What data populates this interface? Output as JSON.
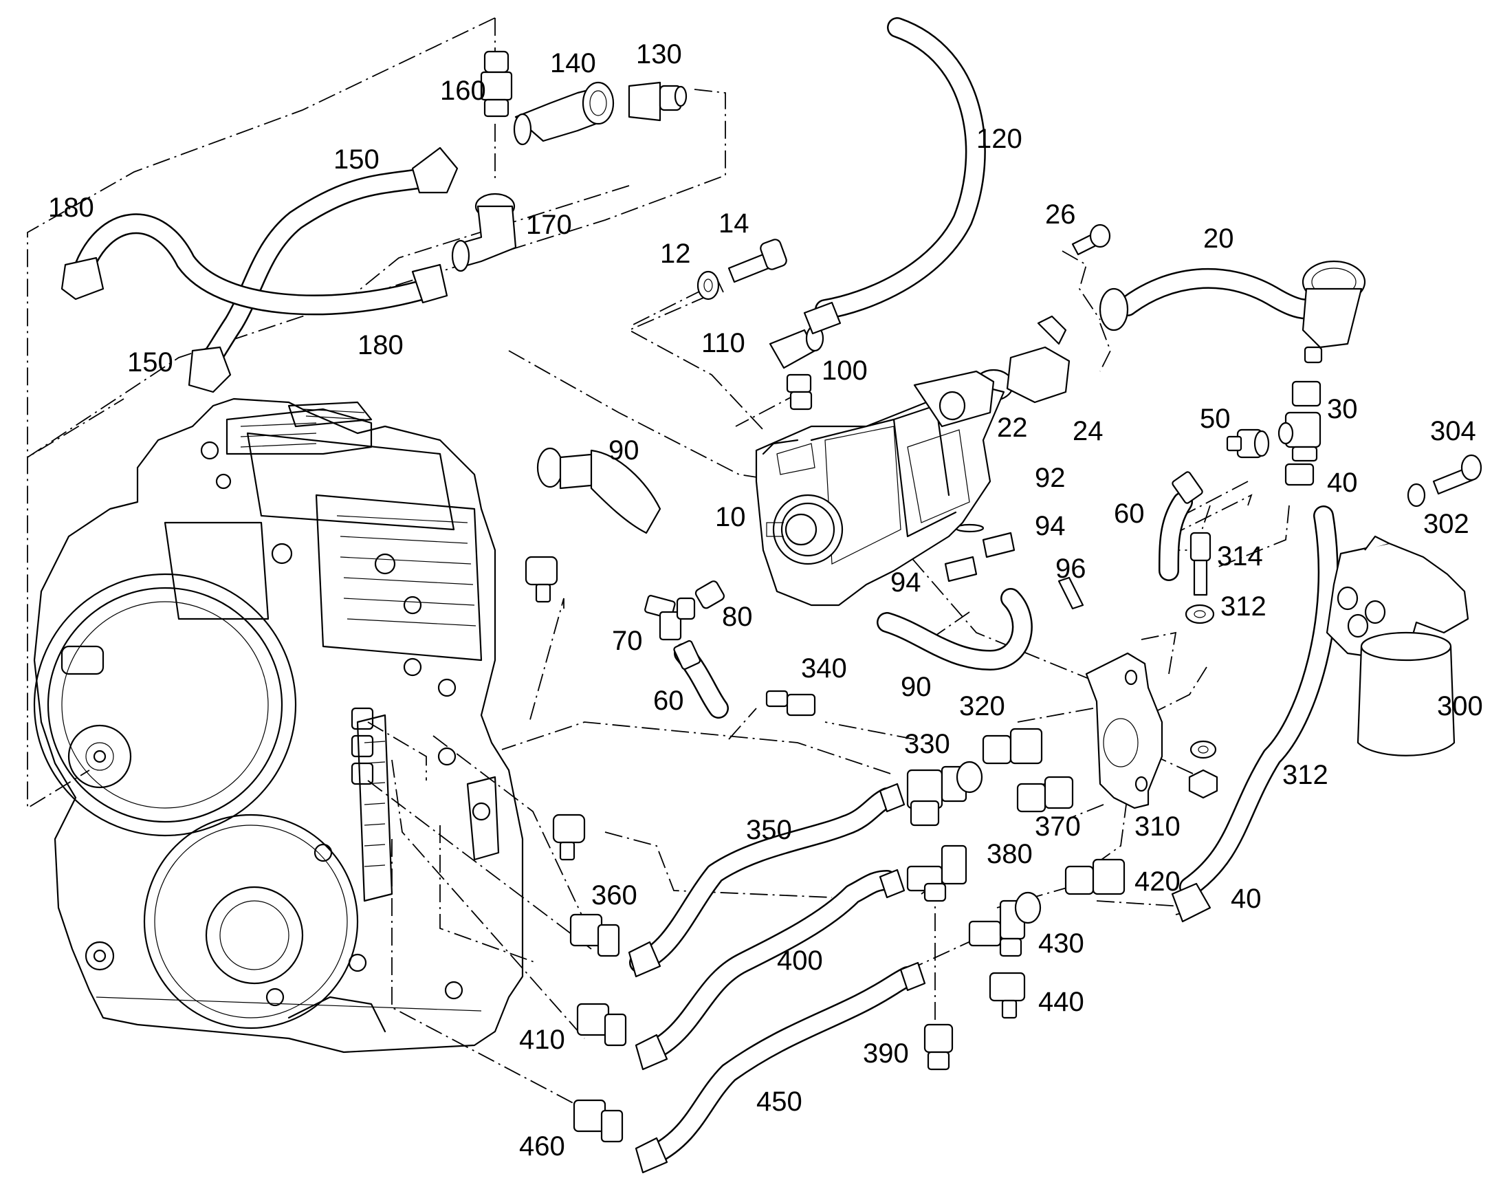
{
  "callouts": [
    {
      "id": "c160",
      "text": "160"
    },
    {
      "id": "c140",
      "text": "140"
    },
    {
      "id": "c130",
      "text": "130"
    },
    {
      "id": "c120",
      "text": "120"
    },
    {
      "id": "c150a",
      "text": "150"
    },
    {
      "id": "c180a",
      "text": "180"
    },
    {
      "id": "c170",
      "text": "170"
    },
    {
      "id": "c150b",
      "text": "150"
    },
    {
      "id": "c180b",
      "text": "180"
    },
    {
      "id": "c26",
      "text": "26"
    },
    {
      "id": "c20",
      "text": "20"
    },
    {
      "id": "c14",
      "text": "14"
    },
    {
      "id": "c12",
      "text": "12"
    },
    {
      "id": "c110",
      "text": "110"
    },
    {
      "id": "c100",
      "text": "100"
    },
    {
      "id": "c22",
      "text": "22"
    },
    {
      "id": "c24",
      "text": "24"
    },
    {
      "id": "c50",
      "text": "50"
    },
    {
      "id": "c30",
      "text": "30"
    },
    {
      "id": "c304",
      "text": "304"
    },
    {
      "id": "c90a",
      "text": "90"
    },
    {
      "id": "c40a",
      "text": "40"
    },
    {
      "id": "c92",
      "text": "92"
    },
    {
      "id": "c10",
      "text": "10"
    },
    {
      "id": "c60a",
      "text": "60"
    },
    {
      "id": "c94a",
      "text": "94"
    },
    {
      "id": "c302",
      "text": "302"
    },
    {
      "id": "c314",
      "text": "314"
    },
    {
      "id": "c96",
      "text": "96"
    },
    {
      "id": "c94b",
      "text": "94"
    },
    {
      "id": "c312a",
      "text": "312"
    },
    {
      "id": "c80",
      "text": "80"
    },
    {
      "id": "c70",
      "text": "70"
    },
    {
      "id": "c340",
      "text": "340"
    },
    {
      "id": "c90b",
      "text": "90"
    },
    {
      "id": "c60b",
      "text": "60"
    },
    {
      "id": "c320",
      "text": "320"
    },
    {
      "id": "c300",
      "text": "300"
    },
    {
      "id": "c330",
      "text": "330"
    },
    {
      "id": "c312b",
      "text": "312"
    },
    {
      "id": "c350",
      "text": "350"
    },
    {
      "id": "c370",
      "text": "370"
    },
    {
      "id": "c310",
      "text": "310"
    },
    {
      "id": "c380",
      "text": "380"
    },
    {
      "id": "c420",
      "text": "420"
    },
    {
      "id": "c360",
      "text": "360"
    },
    {
      "id": "c40b",
      "text": "40"
    },
    {
      "id": "c430",
      "text": "430"
    },
    {
      "id": "c400",
      "text": "400"
    },
    {
      "id": "c440",
      "text": "440"
    },
    {
      "id": "c410",
      "text": "410"
    },
    {
      "id": "c390",
      "text": "390"
    },
    {
      "id": "c450",
      "text": "450"
    },
    {
      "id": "c460",
      "text": "460"
    }
  ]
}
